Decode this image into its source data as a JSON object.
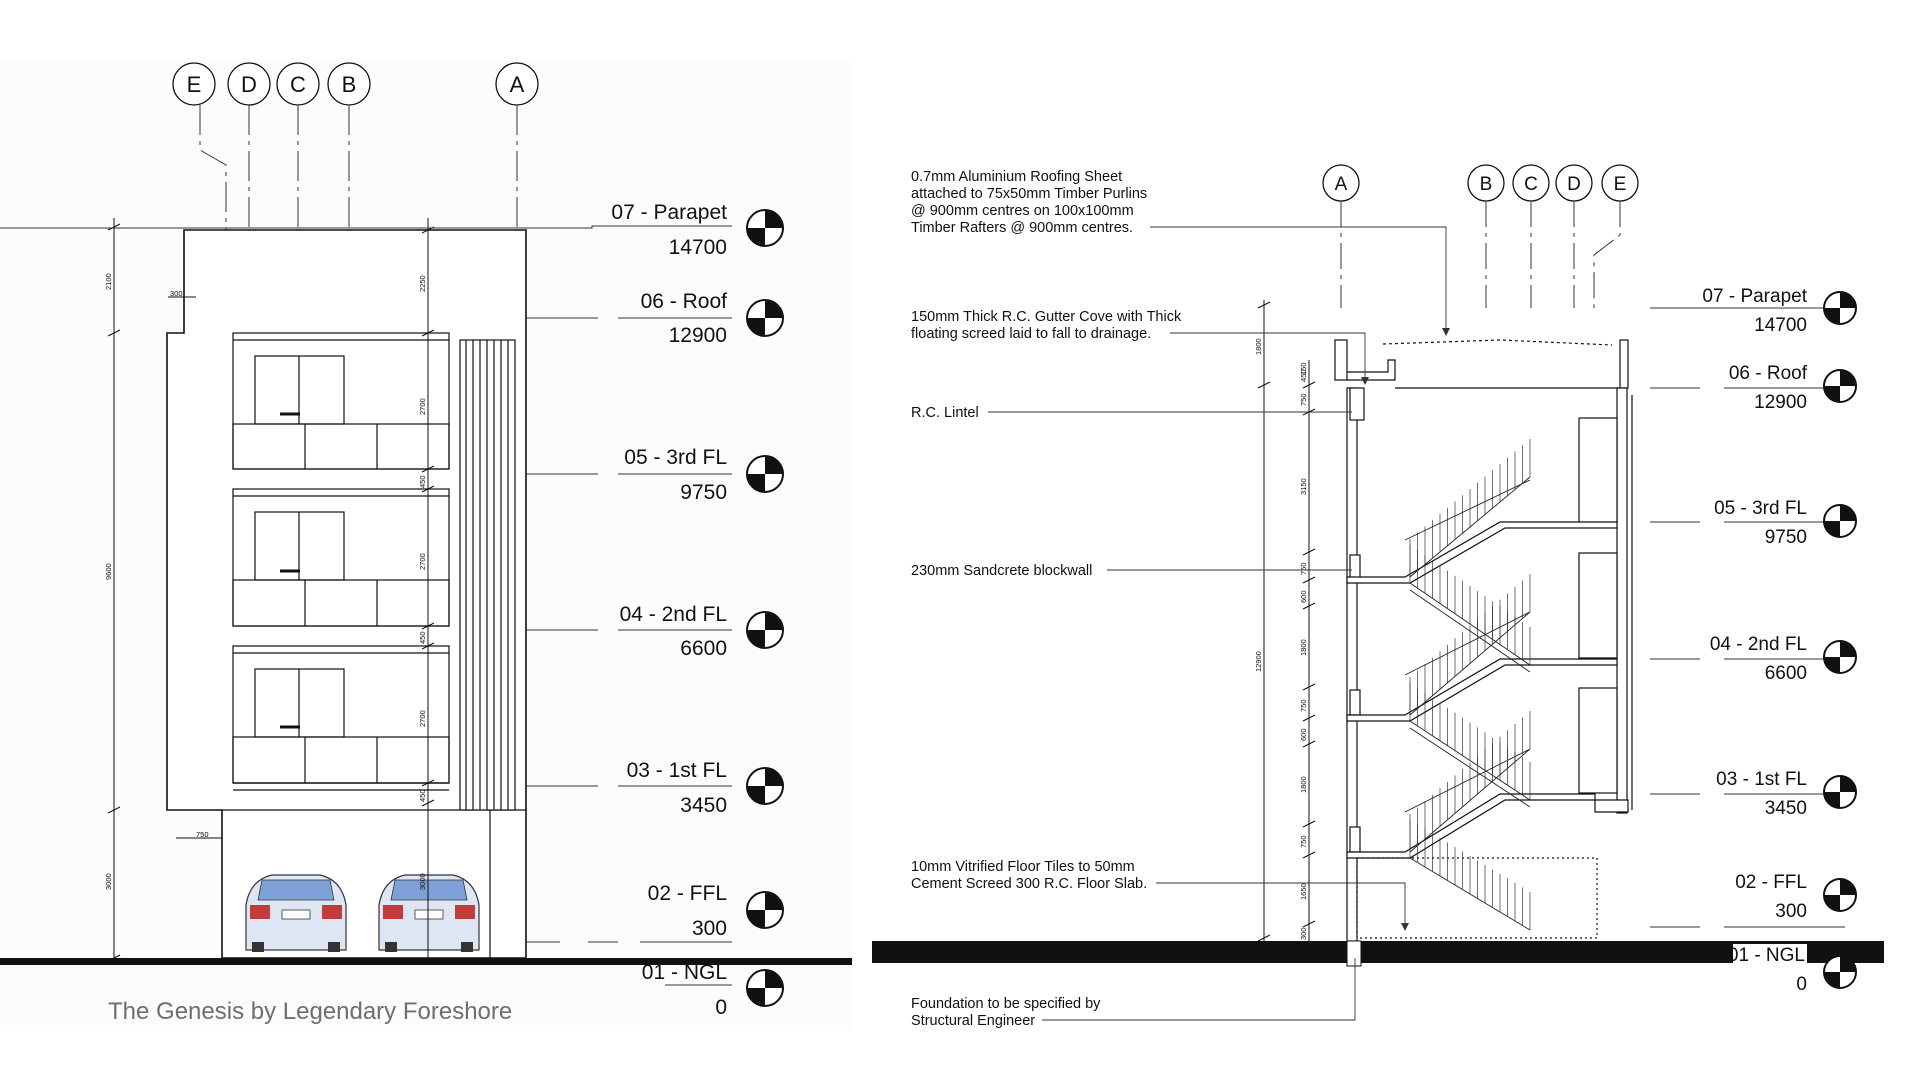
{
  "left_elevation": {
    "grid_labels": [
      "E",
      "D",
      "C",
      "B",
      "A"
    ],
    "levels": [
      {
        "name": "07 - Parapet",
        "value": "14700"
      },
      {
        "name": "06 - Roof",
        "value": "12900"
      },
      {
        "name": "05 - 3rd FL",
        "value": "9750"
      },
      {
        "name": "04 - 2nd FL",
        "value": "6600"
      },
      {
        "name": "03 - 1st FL",
        "value": "3450"
      },
      {
        "name": "02 - FFL",
        "value": "300"
      },
      {
        "name": "01 - NGL",
        "value": "0"
      }
    ],
    "dimensions": [
      "2100",
      "9600",
      "3000",
      "300",
      "750",
      "2250",
      "2700",
      "450",
      "2700",
      "450",
      "2700",
      "450",
      "3000"
    ]
  },
  "right_section": {
    "grid_labels": [
      "A",
      "B",
      "C",
      "D",
      "E"
    ],
    "levels": [
      {
        "name": "07 - Parapet",
        "value": "14700"
      },
      {
        "name": "06 - Roof",
        "value": "12900"
      },
      {
        "name": "05 - 3rd FL",
        "value": "9750"
      },
      {
        "name": "04 - 2nd FL",
        "value": "6600"
      },
      {
        "name": "03 - 1st FL",
        "value": "3450"
      },
      {
        "name": "02 - FFL",
        "value": "300"
      },
      {
        "name": "01 - NGL",
        "value": "0"
      }
    ],
    "dimensions": [
      "1800",
      "12900",
      "150",
      "450",
      "750",
      "3150",
      "750",
      "600",
      "1800",
      "750",
      "600",
      "1800",
      "750",
      "1650",
      "300"
    ],
    "notes": {
      "roofing": [
        "0.7mm Aluminium Roofing Sheet",
        "attached to 75x50mm Timber Purlins",
        "@ 900mm centres on 100x100mm",
        "Timber Rafters @ 900mm centres."
      ],
      "gutter": [
        "150mm Thick R.C. Gutter Cove with Thick",
        "floating screed laid to fall to drainage."
      ],
      "lintel": [
        "R.C. Lintel"
      ],
      "blockwall": [
        "230mm Sandcrete blockwall"
      ],
      "floor": [
        "10mm Vitrified Floor Tiles to 50mm",
        "Cement Screed 300 R.C. Floor Slab."
      ],
      "foundation": [
        "Foundation to be specified by",
        "Structural Engineer"
      ]
    }
  },
  "caption": "The Genesis by Legendary Foreshore"
}
